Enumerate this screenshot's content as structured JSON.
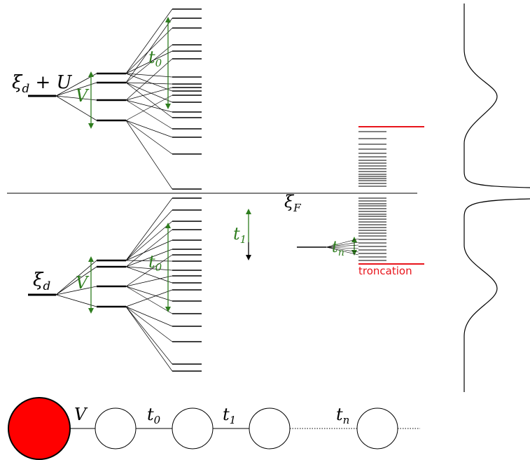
{
  "labels": {
    "xi_d_plus_U": "ξ",
    "xi_d_plus_U_sub": "d",
    "xi_d_plus_U_rest": " + U",
    "xi_d": "ξ",
    "xi_d_sub": "d",
    "xi_F": "ξ",
    "xi_F_sub": "F",
    "V_upper": "V",
    "V_lower": "V",
    "t0_upper": "t",
    "t0_upper_sub": "0",
    "t0_lower": "t",
    "t0_lower_sub": "0",
    "t1_mid": "t",
    "t1_mid_sub": "1",
    "tn_mid": "t",
    "tn_mid_sub": "n",
    "truncation": "troncation"
  },
  "chain": {
    "V": "V",
    "t0": "t",
    "t0_sub": "0",
    "t1": "t",
    "t1_sub": "1",
    "tn": "t",
    "tn_sub": "n"
  },
  "colors": {
    "line": "#000000",
    "green": "#2e7d1e",
    "red": "#e8141b",
    "impurity_fill": "#ff0000"
  }
}
